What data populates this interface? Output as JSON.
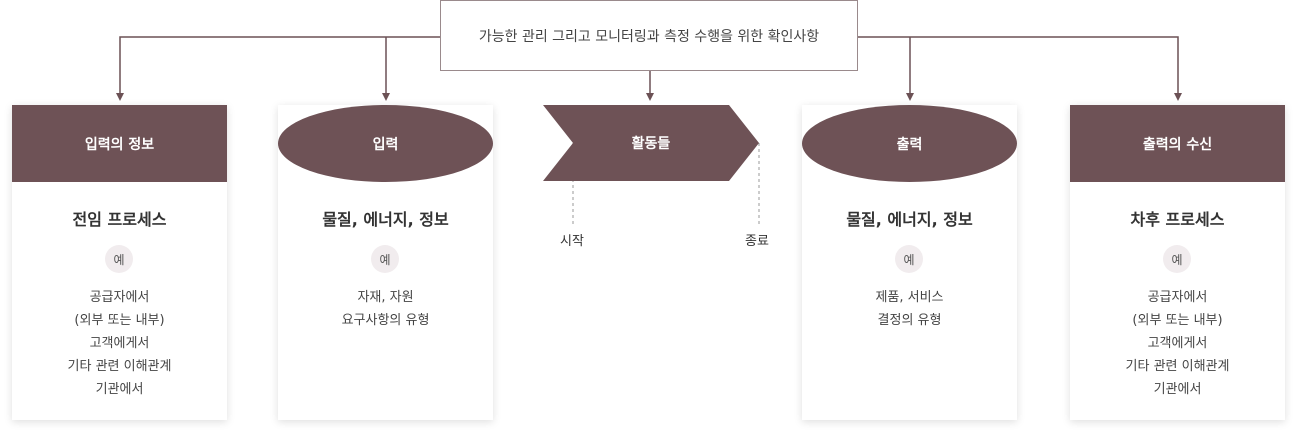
{
  "top_box": {
    "text": "가능한 관리 그리고 모니터링과 측정 수행을 위한 확인사항"
  },
  "columns": [
    {
      "header": "입력의 정보",
      "title": "전임 프로세스",
      "badge": "예",
      "items": [
        "공급자에서",
        "(외부 또는 내부)",
        "고객에게서",
        "기타 관련 이해관계",
        "기관에서"
      ]
    },
    {
      "header": "입력",
      "title": "물질, 에너지, 정보",
      "badge": "예",
      "items": [
        "자재, 자원",
        "요구사항의 유형"
      ]
    },
    {
      "header": "출력",
      "title": "물질, 에너지, 정보",
      "badge": "예",
      "items": [
        "제품, 서비스",
        "결정의 유형"
      ]
    },
    {
      "header": "출력의 수신",
      "title": "차후 프로세스",
      "badge": "예",
      "items": [
        "공급자에서",
        "(외부 또는 내부)",
        "고객에게서",
        "기타 관련 이해관계",
        "기관에서"
      ]
    }
  ],
  "activity": {
    "label": "활동들",
    "start": "시작",
    "end": "종료"
  },
  "colors": {
    "header_fill": "#6e5256",
    "connector": "#6b5155",
    "badge_bg": "#f1ecee"
  }
}
